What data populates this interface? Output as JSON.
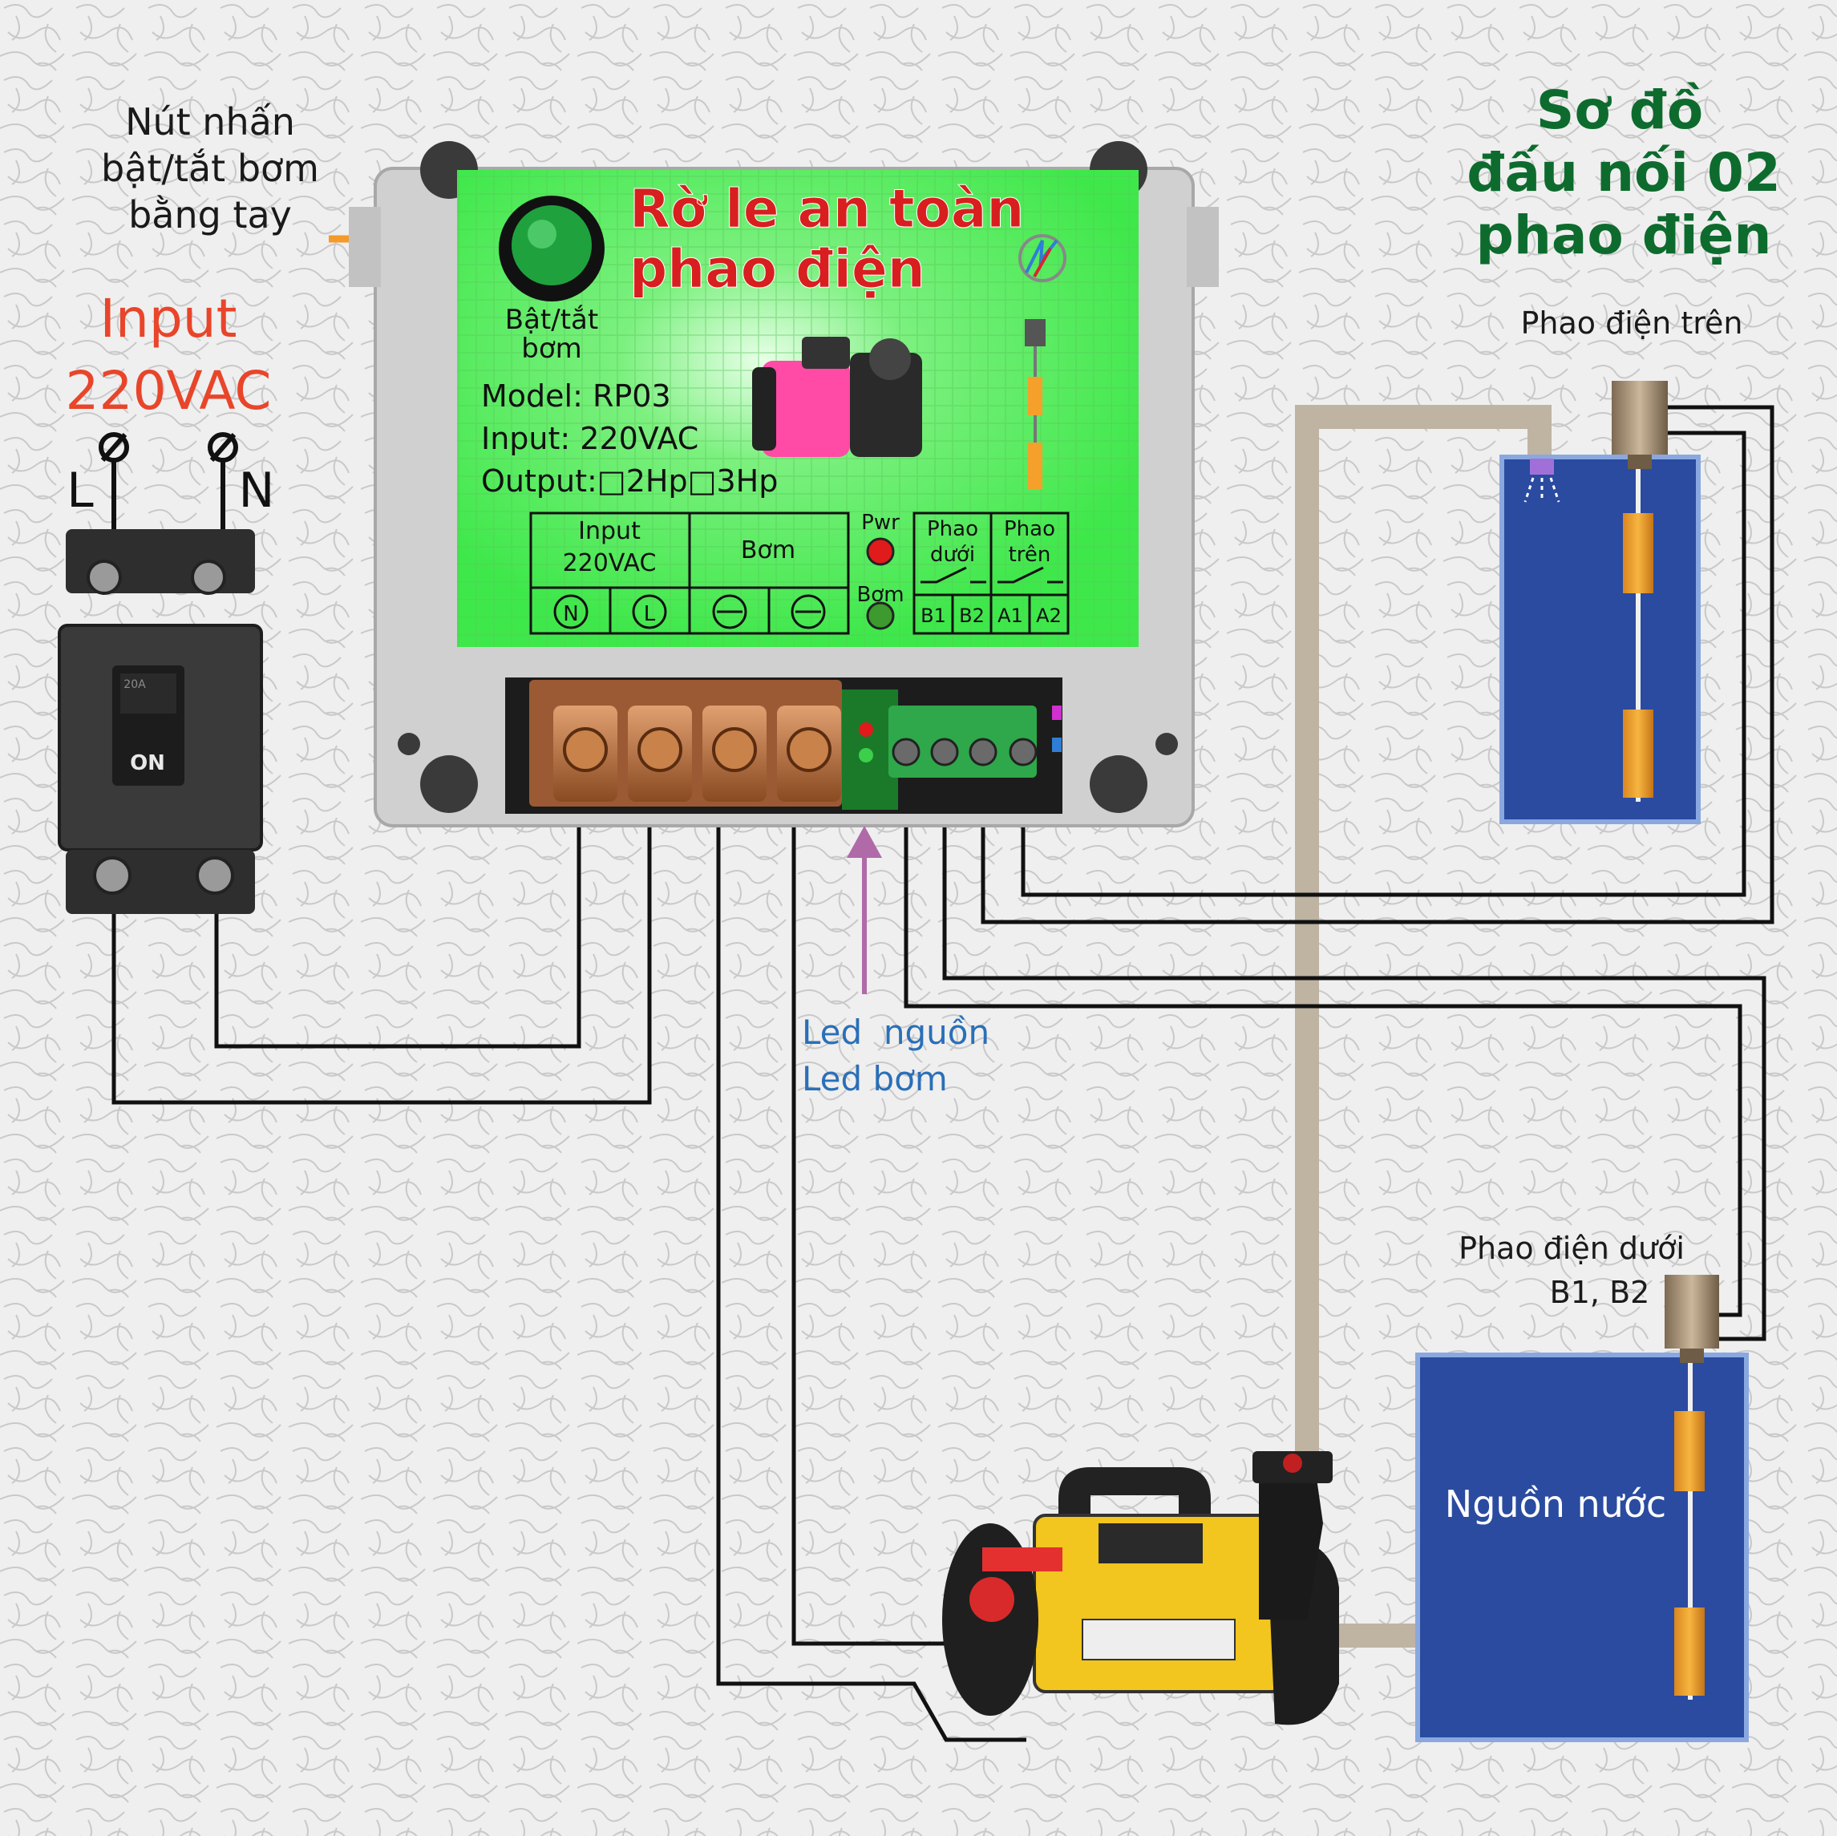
{
  "diagram": {
    "title_lines": [
      "Sơ đồ",
      "đấu nối 02",
      "phao điện"
    ],
    "button_note_lines": [
      "Nút nhấn",
      "bật/tắt bơm",
      "bằng tay"
    ],
    "input_lines": [
      "Input",
      "220VAC"
    ],
    "breaker": {
      "terminal_l": "L",
      "terminal_n": "N",
      "switch_label": "ON",
      "rating": "20A"
    },
    "led_note_lines": [
      "Led  nguồn",
      "Led bơm"
    ],
    "upper_float_label": "Phao điện trên",
    "lower_float_label_lines": [
      "Phao điện dưới",
      "B1, B2"
    ],
    "water_source_label": "Nguồn nước",
    "device": {
      "title_lines": [
        "Rờ le an toàn",
        "phao điện"
      ],
      "button_label_lines": [
        "Bật/tắt",
        "bơm"
      ],
      "model": "Model:  RP03",
      "input": "Input: 220VAC",
      "output": "Output:□2Hp□3Hp",
      "table_input_lines": [
        "Input",
        "220VAC"
      ],
      "table_pump": "Bơm",
      "terminal_n": "N",
      "terminal_l": "L",
      "led_pwr": "Pwr",
      "led_pump": "Bơm",
      "float_lower_lines": [
        "Phao",
        "dưới"
      ],
      "float_upper_lines": [
        "Phao",
        "trên"
      ],
      "float_terminals": [
        "B1",
        "B2",
        "A1",
        "A2"
      ]
    },
    "colors": {
      "title_green": "#0d6b2e",
      "input_red": "#e8452a",
      "led_note_blue": "#2a6fb8",
      "device_title_red": "#d81e1e",
      "panel_green": "#3ee84a",
      "tank_blue": "#2a4ba0",
      "arrow_orange": "#f49a2a",
      "arrow_pink": "#b06aa8",
      "pipe": "#bfb3a2"
    }
  }
}
